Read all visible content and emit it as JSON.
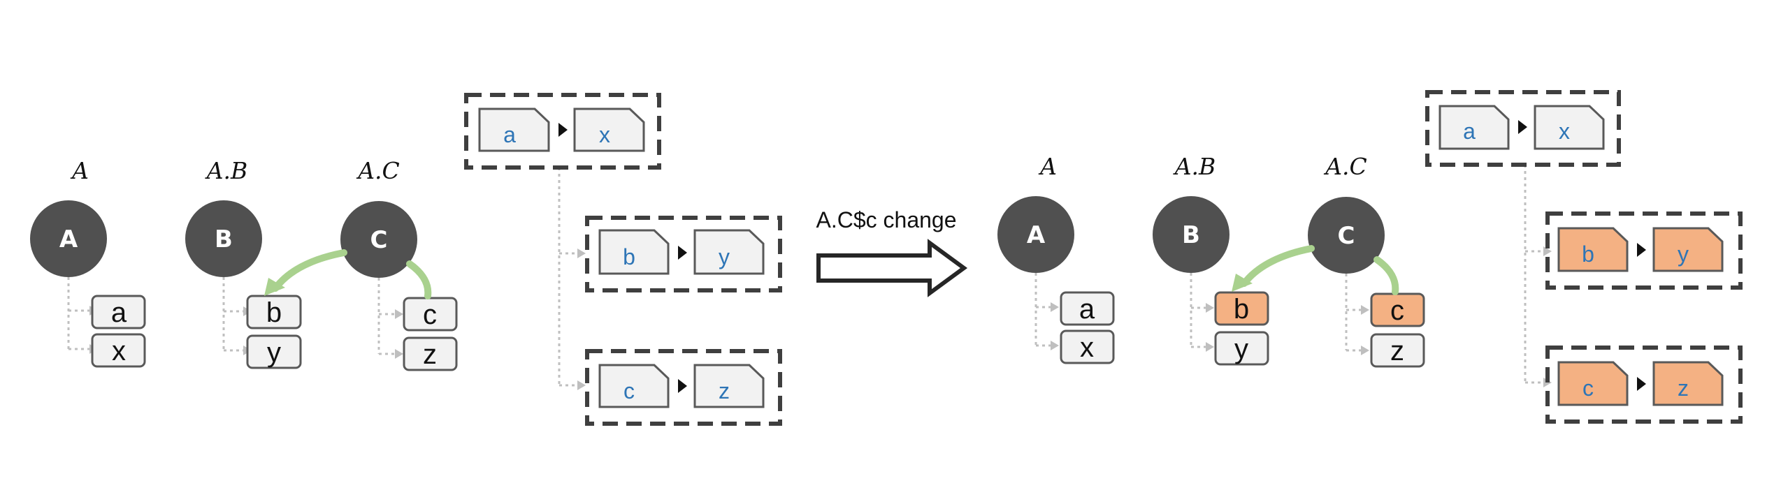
{
  "colors": {
    "circle": "#505050",
    "box_fill": "#f2f2f2",
    "box_stroke": "#595959",
    "highlight_fill": "#f4b183",
    "green_arrow": "#a9d18e",
    "file_text": "#2e75b6",
    "dotted": "#bfbfbf",
    "dashed_border": "#3f3f3f"
  },
  "transition_label": "A.C$c change",
  "before": {
    "nodes": [
      {
        "title": "A",
        "circle": "A",
        "items": [
          "a",
          "x"
        ],
        "highlighted": [
          false,
          false
        ]
      },
      {
        "title": "A.B",
        "circle": "B",
        "items": [
          "b",
          "y"
        ],
        "highlighted": [
          false,
          false
        ]
      },
      {
        "title": "A.C",
        "circle": "C",
        "items": [
          "c",
          "z"
        ],
        "highlighted": [
          false,
          false
        ]
      }
    ],
    "mappings": [
      {
        "from": "a",
        "to": "x",
        "highlighted": false
      },
      {
        "from": "b",
        "to": "y",
        "highlighted": false
      },
      {
        "from": "c",
        "to": "z",
        "highlighted": false
      }
    ]
  },
  "after": {
    "nodes": [
      {
        "title": "A",
        "circle": "A",
        "items": [
          "a",
          "x"
        ],
        "highlighted": [
          false,
          false
        ]
      },
      {
        "title": "A.B",
        "circle": "B",
        "items": [
          "b",
          "y"
        ],
        "highlighted": [
          true,
          false
        ]
      },
      {
        "title": "A.C",
        "circle": "C",
        "items": [
          "c",
          "z"
        ],
        "highlighted": [
          true,
          false
        ]
      }
    ],
    "mappings": [
      {
        "from": "a",
        "to": "x",
        "highlighted": false
      },
      {
        "from": "b",
        "to": "y",
        "highlighted": true
      },
      {
        "from": "c",
        "to": "z",
        "highlighted": true
      }
    ]
  }
}
